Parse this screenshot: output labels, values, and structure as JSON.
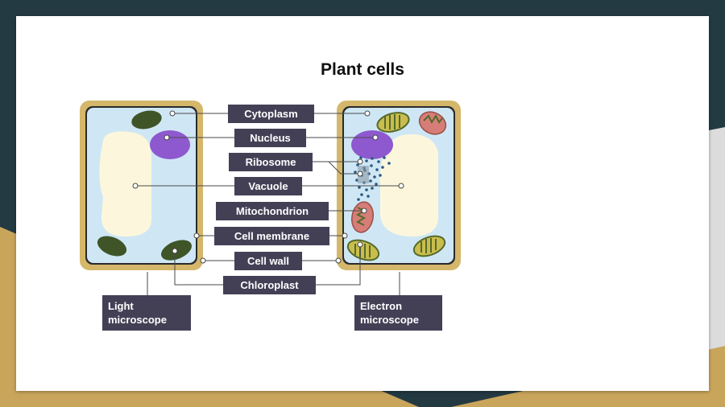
{
  "slide": {
    "title": "Plant cells"
  },
  "diagram": {
    "labels": {
      "cytoplasm": "Cytoplasm",
      "nucleus": "Nucleus",
      "ribosome": "Ribosome",
      "vacuole": "Vacuole",
      "mitochondrion": "Mitochondrion",
      "cell_membrane": "Cell membrane",
      "cell_wall": "Cell wall",
      "chloroplast": "Chloroplast"
    },
    "captions": {
      "light_line1": "Light",
      "light_line2": "microscope",
      "electron_line1": "Electron",
      "electron_line2": "microscope"
    }
  },
  "colors": {
    "frame_dark": "#243a43",
    "frame_gold": "#c9a55c",
    "frame_grey": "#dcdcdc",
    "label_box": "#434056",
    "cell_wall": "#d4b76a",
    "cytoplasm": "#cfe7f5",
    "vacuole": "#fcf7dc",
    "nucleus": "#8e59cf",
    "chloroplast": "#3f5528",
    "mitochondrion": "#d77d78"
  }
}
